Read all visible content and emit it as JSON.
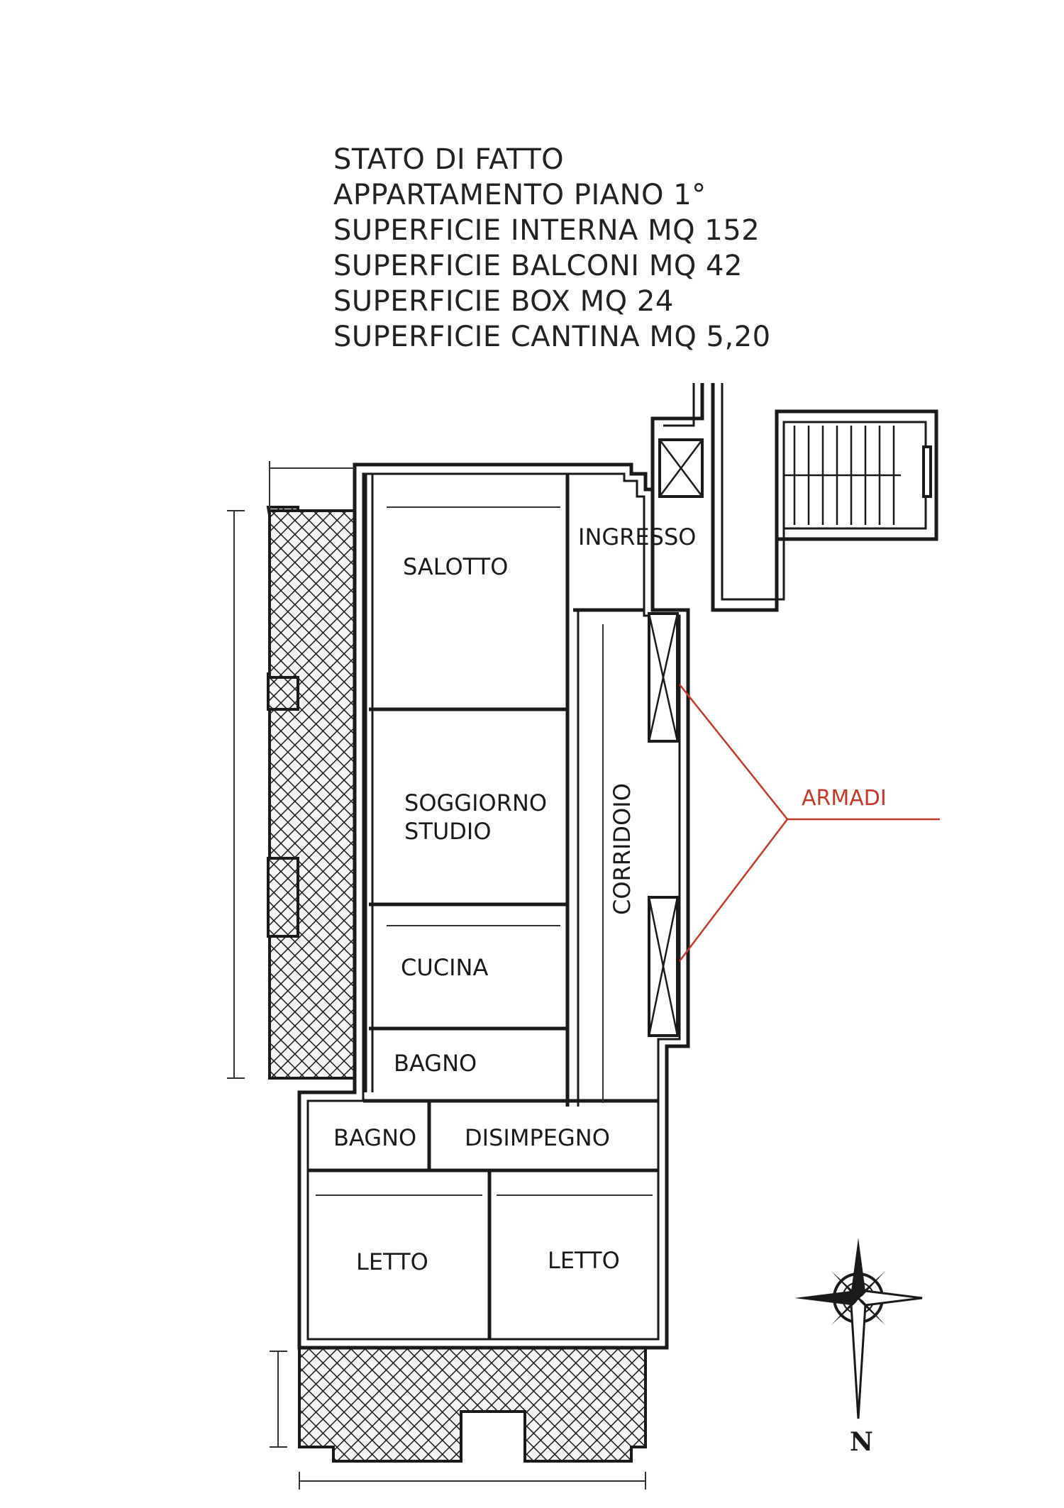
{
  "header": {
    "line1": "STATO DI FATTO",
    "line2": "APPARTAMENTO PIANO 1°",
    "line3": "SUPERFICIE INTERNA MQ 152",
    "line4": "SUPERFICIE BALCONI MQ 42",
    "line5": "SUPERFICIE BOX MQ 24",
    "line6": "SUPERFICIE CANTINA MQ 5,20"
  },
  "rooms": {
    "salotto": "SALOTTO",
    "ingresso": "INGRESSO",
    "soggiorno_1": "SOGGIORNO",
    "soggiorno_2": "STUDIO",
    "corridoio": "CORRIDOIO",
    "cucina": "CUCINA",
    "bagno": "BAGNO",
    "bagno_small": "BAGNO",
    "disimpegno": "DISIMPEGNO",
    "letto_1": "LETTO",
    "letto_2": "LETTO"
  },
  "callout": {
    "armadi": "ARMADI"
  },
  "compass": {
    "north": "N"
  },
  "colors": {
    "wall": "#1a1a1a",
    "callout": "#c0392b",
    "background": "#ffffff"
  }
}
